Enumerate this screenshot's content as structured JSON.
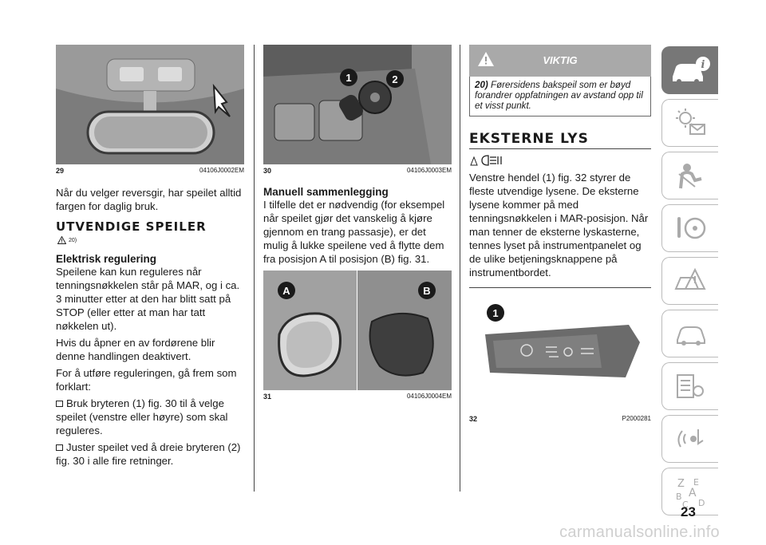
{
  "col1": {
    "fig29": {
      "num": "29",
      "code": "04106J0002EM"
    },
    "intro": "Når du velger reversgir, har speilet alltid fargen for daglig bruk.",
    "section_title": "UTVENDIGE SPEILER",
    "section_ref": "20)",
    "sub_title": "Elektrisk regulering",
    "p1": "Speilene kan kun reguleres når tenningsnøkkelen står på MAR, og i ca. 3 minutter etter at den har blitt satt på STOP (eller etter at man har tatt nøkkelen ut).",
    "p2": "Hvis du åpner en av fordørene blir denne handlingen deaktivert.",
    "p3": "For å utføre reguleringen, gå frem som forklart:",
    "b1": "Bruk bryteren (1) fig. 30 til å velge speilet (venstre eller høyre) som skal reguleres.",
    "b2": "Juster speilet ved å dreie bryteren (2) fig. 30 i alle fire retninger."
  },
  "col2": {
    "fig30": {
      "num": "30",
      "code": "04106J0003EM",
      "callout1": "1",
      "callout2": "2"
    },
    "sub_title": "Manuell sammenlegging",
    "p1": "I tilfelle det er nødvendig (for eksempel når speilet gjør det vanskelig å kjøre gjennom en trang passasje), er det mulig å lukke speilene ved å flytte dem fra posisjon A til posisjon (B) fig. 31.",
    "fig31": {
      "num": "31",
      "code": "04106J0004EM",
      "label_a": "A",
      "label_b": "B"
    }
  },
  "col3": {
    "viktig_title": "VIKTIG",
    "viktig_num": "20)",
    "viktig_text": "Førersidens bakspeil som er bøyd forandrer oppfatningen av avstand opp til et visst punkt.",
    "section_title": "EKSTERNE LYS",
    "p1": "Venstre hendel (1) fig. 32 styrer de fleste utvendige lysene. De eksterne lysene kommer på med tenningsnøkkelen i MAR-posisjon. Når man tenner de eksterne lyskasterne, tennes lyset på instrumentpanelet og de ulike betjeningsknappene på instrumentbordet.",
    "fig32": {
      "num": "32",
      "code": "P2000281",
      "callout1": "1"
    }
  },
  "page_number": "23",
  "watermark": "carmanualsonline.info",
  "sidebar": {
    "active_color": "#777777",
    "icons": [
      "car-info-icon",
      "warning-lights-icon",
      "safety-airbag-icon",
      "steering-key-icon",
      "emergency-icon",
      "car-maintenance-icon",
      "technical-data-icon",
      "multimedia-icon",
      "index-icon"
    ]
  }
}
